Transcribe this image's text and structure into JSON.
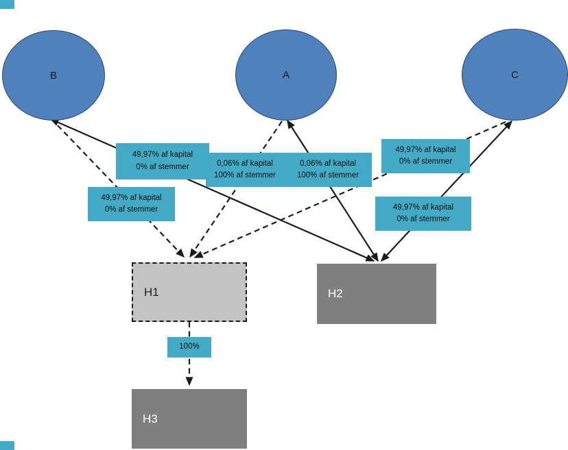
{
  "diagram": {
    "colors": {
      "node_blue": "#4F81BD",
      "node_border": "#28466B",
      "teal": "#44ABC7",
      "gray_light": "#C3C3C3",
      "gray_dark": "#7F7F7F",
      "line": "#1a1a1a"
    },
    "nodes": {
      "circles": [
        {
          "id": "B",
          "label": "B"
        },
        {
          "id": "A",
          "label": "A"
        },
        {
          "id": "C",
          "label": "C"
        }
      ],
      "boxes": [
        {
          "id": "H1",
          "label": "H1"
        },
        {
          "id": "H2",
          "label": "H2"
        },
        {
          "id": "H3",
          "label": "H3"
        }
      ]
    },
    "edges": [
      {
        "from": "B",
        "to": "H2",
        "style": "solid",
        "label": [
          "49,97% af kapital",
          "0% af stemmer"
        ]
      },
      {
        "from": "B",
        "to": "H1",
        "style": "dashed",
        "label": [
          "49,97% af kapital",
          "0% af stemmer"
        ]
      },
      {
        "from": "A",
        "to": "H1",
        "style": "dashed",
        "label": [
          "0,06% af kapital",
          "100% af stemmer"
        ]
      },
      {
        "from": "A",
        "to": "H2",
        "style": "solid",
        "label": [
          "0,06% af kapital",
          "100% af stemmer"
        ]
      },
      {
        "from": "C",
        "to": "H1",
        "style": "dashed",
        "label": [
          "49,97% af kapital",
          "0% af stemmer"
        ]
      },
      {
        "from": "C",
        "to": "H2",
        "style": "solid",
        "label": [
          "49,97% af kapital",
          "0% af stemmer"
        ]
      },
      {
        "from": "H1",
        "to": "H3",
        "style": "dashed",
        "label": [
          "100%"
        ]
      }
    ]
  }
}
